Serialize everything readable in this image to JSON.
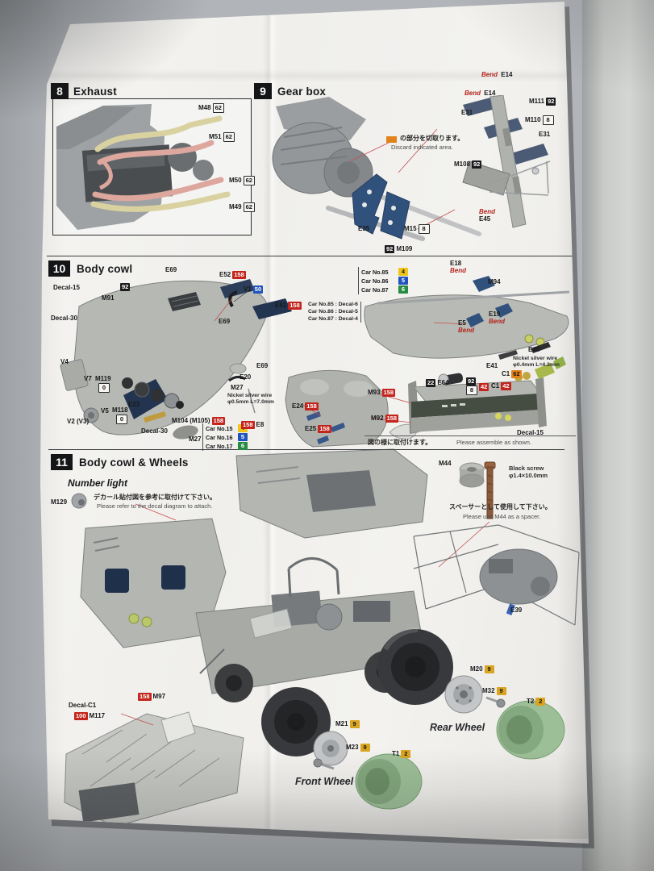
{
  "colors": {
    "black": "#1c1c1e",
    "red": "#c3251d",
    "orange": "#e2821a",
    "yellow": "#f0c419",
    "blue": "#2153bd",
    "green": "#268c41",
    "gold": "#d9a41f",
    "white": "#f7f6f3"
  },
  "s8": {
    "num": "8",
    "title": "Exhaust",
    "parts": {
      "m48": {
        "t": "M48",
        "b": "62",
        "bc": "white"
      },
      "m51": {
        "t": "M51",
        "b": "62",
        "bc": "white"
      },
      "m50": {
        "t": "M50",
        "b": "62",
        "bc": "white"
      },
      "m49": {
        "t": "M49",
        "b": "62",
        "bc": "white"
      }
    }
  },
  "s9": {
    "num": "9",
    "title": "Gear box",
    "discard_jp": "の部分を切取ります。",
    "discard_en": "Discard indicated area.",
    "parts": {
      "e14a": {
        "pre": "Bend ",
        "t": "E14"
      },
      "e14b": {
        "pre": "Bend ",
        "t": "E14"
      },
      "e31a": {
        "t": "E31"
      },
      "e31b": {
        "t": "E31"
      },
      "m111": {
        "t": "M111",
        "b": "92",
        "bc": "black"
      },
      "m110": {
        "t": "M110",
        "b": "8",
        "bc": "white"
      },
      "m108": {
        "t": "M108",
        "b": "92",
        "bc": "black"
      },
      "e35": {
        "t": "E35"
      },
      "m15": {
        "t": "M15",
        "b": "8",
        "bc": "white"
      },
      "m109": {
        "t": "M109",
        "b": "92",
        "bc": "black",
        "bpos": "l"
      },
      "e45": {
        "top": "Bend",
        "t": "E45"
      },
      "e18": {
        "t": "E18",
        "sub": "Bend"
      }
    }
  },
  "s10": {
    "num": "10",
    "title": "Body cowl",
    "wire_note_1": "Nickel silver wire\nφ0.5mm L=7.0mm",
    "wire_note_2": "Nickel silver wire\nφ0.4mm L=4.2mm",
    "assemble_jp": "図の様に取付けます。",
    "assemble_en": "Please assemble as shown.",
    "carno_small": [
      {
        "t": "Car No.15",
        "b": "4",
        "bc": "yellow"
      },
      {
        "t": "Car No.16",
        "b": "5",
        "bc": "blue"
      },
      {
        "t": "Car No.17",
        "b": "6",
        "bc": "green"
      }
    ],
    "carno_big": [
      {
        "t": "Car No.85",
        "b": "4",
        "bc": "yellow"
      },
      {
        "t": "Car No.86",
        "b": "5",
        "bc": "blue"
      },
      {
        "t": "Car No.87",
        "b": "6",
        "bc": "green"
      }
    ],
    "decal_map": [
      "Car No.85 : Decal-6",
      "Car No.86 : Decal-5",
      "Car No.87 : Decal-4"
    ],
    "parts": {
      "decal15a": {
        "t": "Decal-15"
      },
      "decal15b": {
        "t": "Decal-15"
      },
      "decal30a": {
        "t": "Decal-30"
      },
      "decal30b": {
        "t": "Decal-30"
      },
      "e69a": {
        "t": "E69"
      },
      "e69b": {
        "t": "E69"
      },
      "e69c": {
        "t": "E69"
      },
      "e52": {
        "t": "E52",
        "b": "158",
        "bc": "red"
      },
      "v1": {
        "t": "V1",
        "b": "50",
        "bc": "blue"
      },
      "e51": {
        "t": "E51",
        "b": "158",
        "bc": "red"
      },
      "m91": {
        "t": "M91"
      },
      "b92s": {
        "b": "92",
        "bc": "black"
      },
      "v4": {
        "t": "V4"
      },
      "v7": {
        "t": "V7"
      },
      "m119": {
        "t": "M119"
      },
      "b0a": {
        "b": "0",
        "bc": "white"
      },
      "e23": {
        "t": "E23"
      },
      "v5": {
        "t": "V5"
      },
      "m118": {
        "t": "M118"
      },
      "b0b": {
        "b": "0",
        "bc": "white"
      },
      "v2": {
        "t": "V2 (V3)"
      },
      "m104": {
        "t": "M104 (M105)",
        "b": "158",
        "bc": "red"
      },
      "m27a": {
        "t": "M27"
      },
      "m27b": {
        "t": "M27"
      },
      "e20": {
        "t": "E20"
      },
      "e8": {
        "t": "E8",
        "b": "158",
        "bc": "red",
        "bpos": "l"
      },
      "e24": {
        "t": "E24",
        "b": "158",
        "bc": "red"
      },
      "e25": {
        "t": "E25",
        "b": "158",
        "bc": "red"
      },
      "m94": {
        "t": "M94"
      },
      "e19": {
        "t": "E19",
        "sub": "Bend"
      },
      "e5": {
        "t": "E5",
        "sub": "Bend"
      },
      "e40": {
        "t": "E40"
      },
      "e41": {
        "t": "E41"
      },
      "e64": {
        "t": "E64",
        "b": "22",
        "bc": "black",
        "bpos": "l"
      },
      "c1a": {
        "t": "C1",
        "b": "62",
        "bc": "orange"
      },
      "c1b": {
        "t": "C1",
        "b": "42",
        "bc": "red"
      },
      "b42": {
        "b": "42",
        "bc": "red"
      },
      "b92b": {
        "b": "92",
        "bc": "black"
      },
      "b8b": {
        "b": "8",
        "bc": "white"
      },
      "m93": {
        "t": "M93",
        "b": "158",
        "bc": "red"
      },
      "m92": {
        "t": "M92",
        "b": "158",
        "bc": "red"
      }
    }
  },
  "s11": {
    "num": "11",
    "title": "Body cowl & Wheels",
    "number_light": "Number light",
    "decal_note_jp": "デカール貼付図を参考に取付けて下さい。",
    "decal_note_en": "Please refer to the decal diagram to attach.",
    "black_screw": "Black screw\nφ1.4×10.0mm",
    "spacer_jp": "スペーサーとして使用して下さい。",
    "spacer_en": "Please use M44 as a spacer.",
    "front_wheel": "Front Wheel",
    "rear_wheel": "Rear Wheel",
    "parts": {
      "m129": {
        "t": "M129"
      },
      "m44": {
        "t": "M44"
      },
      "e39": {
        "t": "E39"
      },
      "m20": {
        "t": "M20",
        "b": "9",
        "bc": "gold"
      },
      "m32": {
        "t": "M32",
        "b": "9",
        "bc": "gold"
      },
      "t2": {
        "t": "T2",
        "b": "2",
        "bc": "gold"
      },
      "m21": {
        "t": "M21",
        "b": "9",
        "bc": "gold"
      },
      "m23": {
        "t": "M23",
        "b": "9",
        "bc": "gold"
      },
      "t1": {
        "t": "T1",
        "b": "2",
        "bc": "gold"
      },
      "decalc1": {
        "t": "Decal-C1"
      },
      "m117": {
        "t": "M117",
        "b": "100",
        "bc": "red",
        "bpos": "l"
      },
      "m97": {
        "t": "M97",
        "b": "158",
        "bc": "red",
        "bpos": "l"
      }
    }
  }
}
